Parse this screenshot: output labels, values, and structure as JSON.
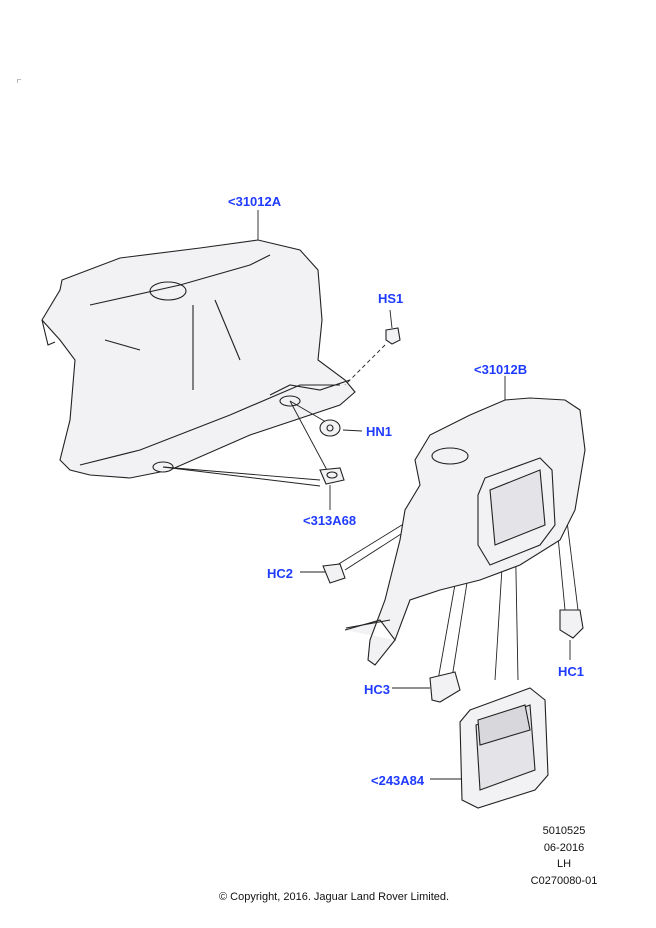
{
  "callouts": {
    "c31012A": "<31012A",
    "hs1": "HS1",
    "c31012B": "<31012B",
    "hn1": "HN1",
    "c313A68": "<313A68",
    "hc2": "HC2",
    "hc1": "HC1",
    "hc3": "HC3",
    "c243A84": "<243A84"
  },
  "meta": {
    "ref": "5010525",
    "date": "06-2016",
    "side": "LH",
    "code": "C0270080-01"
  },
  "copyright": "© Copyright, 2016. Jaguar Land Rover Limited.",
  "colors": {
    "callout": "#1f3bff",
    "part_fill": "#f2f2f4",
    "line": "#222222"
  }
}
